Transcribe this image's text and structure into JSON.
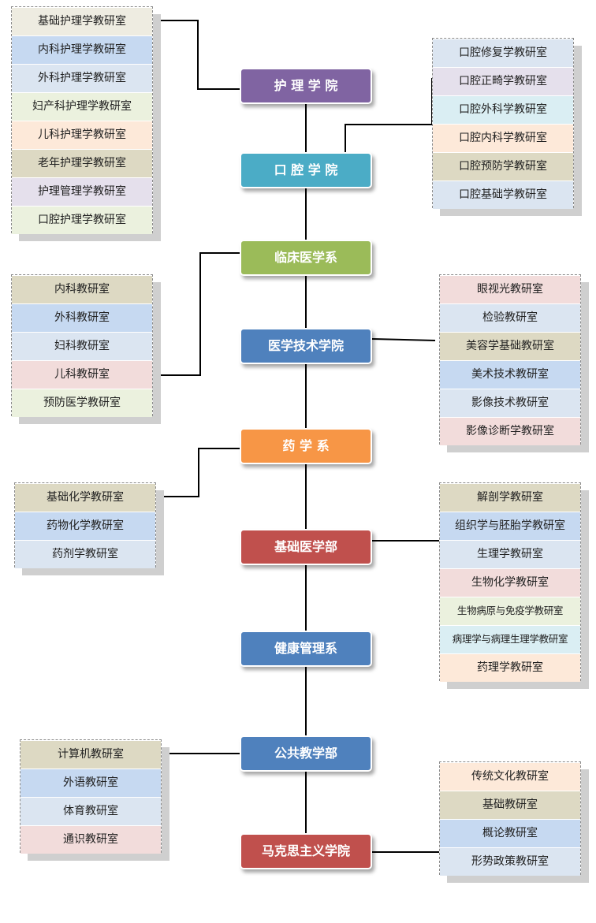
{
  "colors": {
    "purple": "#8064a2",
    "teal": "#4bacc6",
    "green": "#9bbb59",
    "blue": "#4f81bd",
    "orange": "#f79646",
    "red": "#c0504d",
    "cell_tan": "#ddd9c3",
    "cell_blue": "#c6d9f1",
    "cell_lightblue": "#dbe5f1",
    "cell_green": "#ebf1de",
    "cell_peach": "#fde9d9",
    "cell_lavender": "#e5e0ec",
    "cell_pink": "#f2dcdb",
    "cell_beige": "#eeece1",
    "cell_aqua": "#daeef3",
    "line": "#000000"
  },
  "colleges": [
    {
      "name": "护 理 学 院",
      "color": "purple"
    },
    {
      "name": "口 腔 学 院",
      "color": "teal"
    },
    {
      "name": "临床医学系",
      "color": "green"
    },
    {
      "name": "医学技术学院",
      "color": "blue"
    },
    {
      "name": "药 学 系",
      "color": "orange"
    },
    {
      "name": "基础医学部",
      "color": "red"
    },
    {
      "name": "健康管理系",
      "color": "blue"
    },
    {
      "name": "公共教学部",
      "color": "blue"
    },
    {
      "name": "马克思主义学院",
      "color": "red"
    }
  ],
  "groups": [
    {
      "college": "护 理 学 院",
      "items": [
        {
          "text": "基础护理学教研室",
          "bg": "cell_beige"
        },
        {
          "text": "内科护理学教研室",
          "bg": "cell_blue"
        },
        {
          "text": "外科护理学教研室",
          "bg": "cell_lightblue"
        },
        {
          "text": "妇产科护理学教研室",
          "bg": "cell_green"
        },
        {
          "text": "儿科护理学教研室",
          "bg": "cell_peach"
        },
        {
          "text": "老年护理学教研室",
          "bg": "cell_tan"
        },
        {
          "text": "护理管理学教研室",
          "bg": "cell_lavender"
        },
        {
          "text": "口腔护理学教研室",
          "bg": "cell_green"
        }
      ]
    },
    {
      "college": "口 腔 学 院",
      "items": [
        {
          "text": "口腔修复学教研室",
          "bg": "cell_lightblue"
        },
        {
          "text": "口腔正畸学教研室",
          "bg": "cell_lavender"
        },
        {
          "text": "口腔外科学教研室",
          "bg": "cell_aqua"
        },
        {
          "text": "口腔内科学教研室",
          "bg": "cell_peach"
        },
        {
          "text": "口腔预防学教研室",
          "bg": "cell_tan"
        },
        {
          "text": "口腔基础学教研室",
          "bg": "cell_lightblue"
        }
      ]
    },
    {
      "college": "临床医学系",
      "items": [
        {
          "text": "内科教研室",
          "bg": "cell_tan"
        },
        {
          "text": "外科教研室",
          "bg": "cell_blue"
        },
        {
          "text": "妇科教研室",
          "bg": "cell_lightblue"
        },
        {
          "text": "儿科教研室",
          "bg": "cell_pink"
        },
        {
          "text": "预防医学教研室",
          "bg": "cell_green"
        }
      ]
    },
    {
      "college": "医学技术学院",
      "items": [
        {
          "text": "眼视光教研室",
          "bg": "cell_pink"
        },
        {
          "text": "检验教研室",
          "bg": "cell_lightblue"
        },
        {
          "text": "美容学基础教研室",
          "bg": "cell_tan"
        },
        {
          "text": "美术技术教研室",
          "bg": "cell_blue"
        },
        {
          "text": "影像技术教研室",
          "bg": "cell_lightblue"
        },
        {
          "text": "影像诊断学教研室",
          "bg": "cell_pink"
        }
      ]
    },
    {
      "college": "药 学 系",
      "items": [
        {
          "text": "基础化学教研室",
          "bg": "cell_tan"
        },
        {
          "text": "药物化学教研室",
          "bg": "cell_blue"
        },
        {
          "text": "药剂学教研室",
          "bg": "cell_lightblue"
        }
      ]
    },
    {
      "college": "基础医学部",
      "items": [
        {
          "text": "解剖学教研室",
          "bg": "cell_tan"
        },
        {
          "text": "组织学与胚胎学教研室",
          "bg": "cell_blue"
        },
        {
          "text": "生理学教研室",
          "bg": "cell_lightblue"
        },
        {
          "text": "生物化学教研室",
          "bg": "cell_pink"
        },
        {
          "text": "生物病原与免疫学教研室",
          "bg": "cell_green"
        },
        {
          "text": "病理学与病理生理学教研室",
          "bg": "cell_aqua"
        },
        {
          "text": "药理学教研室",
          "bg": "cell_peach"
        }
      ]
    },
    {
      "college": "公共教学部",
      "items": [
        {
          "text": "计算机教研室",
          "bg": "cell_tan"
        },
        {
          "text": "外语教研室",
          "bg": "cell_blue"
        },
        {
          "text": "体育教研室",
          "bg": "cell_lightblue"
        },
        {
          "text": "通识教研室",
          "bg": "cell_pink"
        }
      ]
    },
    {
      "college": "马克思主义学院",
      "items": [
        {
          "text": "传统文化教研室",
          "bg": "cell_peach"
        },
        {
          "text": "基础教研室",
          "bg": "cell_tan"
        },
        {
          "text": "概论教研室",
          "bg": "cell_blue"
        },
        {
          "text": "形势政策教研室",
          "bg": "cell_lightblue"
        }
      ]
    }
  ]
}
